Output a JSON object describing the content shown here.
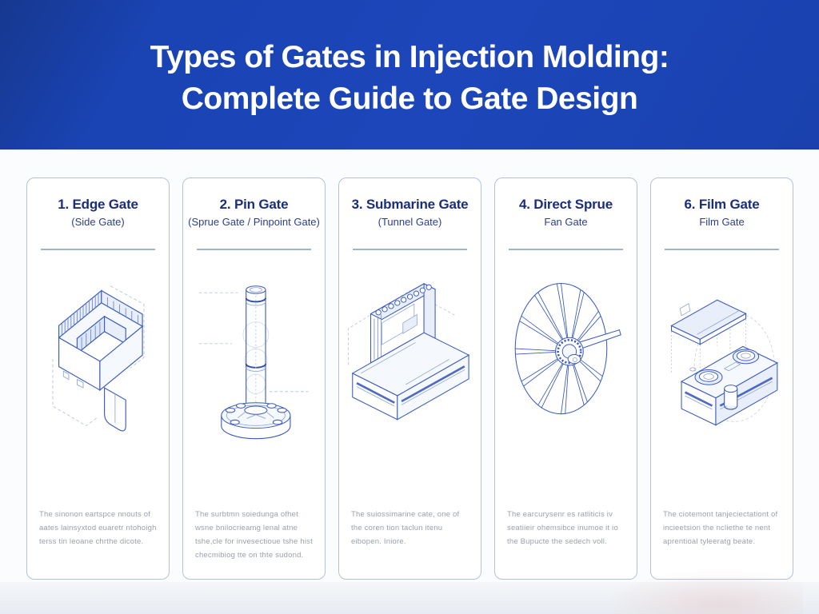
{
  "header": {
    "title_line1": "Types of Gates in Injection Molding:",
    "title_line2": "Complete Guide to Gate Design"
  },
  "cards": [
    {
      "title": "1. Edge Gate",
      "subtitle": "(Side Gate)",
      "description": "The sinonon eartspce nnouts of aates lainsyxtod euaretr ntohoigh terss tin leoane chrthe dicote.",
      "illustration": "edge-gate-isometric-drawing"
    },
    {
      "title": "2. Pin Gate",
      "subtitle": "(Sprue Gate / Pinpoint Gate)",
      "description": "The surbtmn soiedunga ofhet wsne bnilocrieamg lenal atne tshe,cle for invesectioue tshe hist checmibiog tte on thte sudond.",
      "illustration": "pin-gate-isometric-drawing"
    },
    {
      "title": "3. Submarine Gate",
      "subtitle": "(Tunnel Gate)",
      "description": "The suiossimarine cate, one of the coren tion taclun itenu eibopen. Iniore.",
      "illustration": "submarine-gate-isometric-drawing"
    },
    {
      "title": "4. Direct Sprue",
      "subtitle": "Fan Gate",
      "description": "The earcurysenr es ratliticis iv seatiieir ohemsibce inumoe it io the Bupucte the sedech voll.",
      "illustration": "fan-gate-isometric-drawing"
    },
    {
      "title": "6. Film Gate",
      "subtitle": "Film Gate",
      "description": "The ciotemont tanjeciectationt of incieetsion the ncliethe te nent aprentioal tyleeratg beate.",
      "illustration": "film-gate-isometric-drawing"
    }
  ],
  "colors": {
    "header_background": "#1a43b3",
    "header_text": "#ffffff",
    "card_title": "#1b2e7d",
    "card_subtitle": "#2c3e8c",
    "card_border": "#b6c2d4",
    "divider": "#8ba0c2",
    "description_text": "#9aa1ab",
    "illustration_line": "#3c5cbd",
    "page_background": "#fbfcfe"
  }
}
